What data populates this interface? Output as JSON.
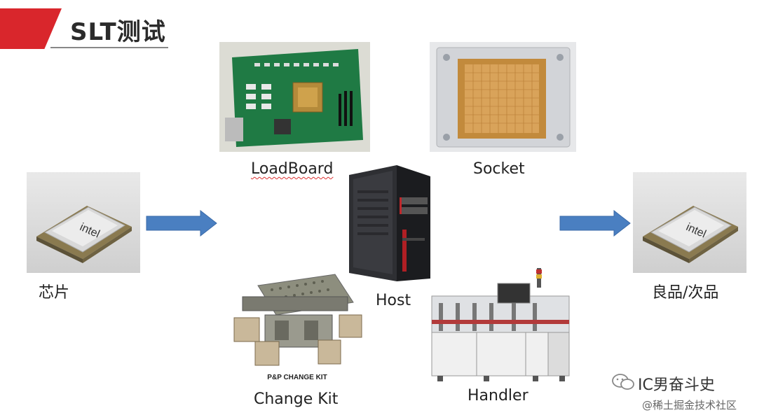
{
  "title": "SLT测试",
  "labels": {
    "chip": "芯片",
    "loadboard": "LoadBoard",
    "socket": "Socket",
    "host": "Host",
    "change_kit": "Change Kit",
    "handler": "Handler",
    "result": "良品/次品"
  },
  "chip_brand": "intel",
  "kit_caption": "P&P CHANGE KIT",
  "watermark": {
    "account": "IC男奋斗史",
    "site": "@稀土掘金技术社区"
  },
  "colors": {
    "accent": "#d9262c",
    "arrow": "#4a7fc1"
  }
}
